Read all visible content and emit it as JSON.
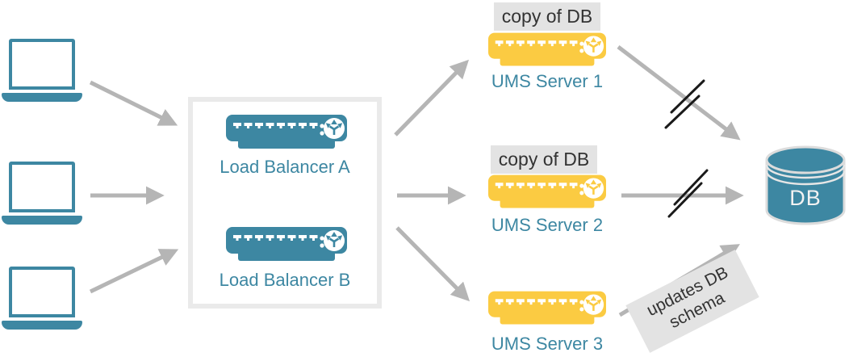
{
  "diagram": {
    "clients": [
      {
        "icon": "laptop-icon"
      },
      {
        "icon": "laptop-icon"
      },
      {
        "icon": "laptop-icon"
      }
    ],
    "load_balancers": [
      {
        "label": "Load Balancer A",
        "icon": "load-balancer-server-icon"
      },
      {
        "label": "Load Balancer B",
        "icon": "load-balancer-server-icon"
      }
    ],
    "ums_servers": [
      {
        "label": "UMS Server 1",
        "badge": "copy of DB",
        "icon": "ums-server-icon"
      },
      {
        "label": "UMS Server 2",
        "badge": "copy of DB",
        "icon": "ums-server-icon"
      },
      {
        "label": "UMS Server 3",
        "badge": null,
        "icon": "ums-server-icon"
      }
    ],
    "database": {
      "label": "DB",
      "icon": "database-cylinder-icon"
    },
    "annotations": {
      "ums3_to_db": "updates DB schema"
    },
    "connections": [
      {
        "from": "client-1",
        "to": "load-balancer-group",
        "status": "ok"
      },
      {
        "from": "client-2",
        "to": "load-balancer-group",
        "status": "ok"
      },
      {
        "from": "client-3",
        "to": "load-balancer-group",
        "status": "ok"
      },
      {
        "from": "load-balancer-group",
        "to": "ums-server-1",
        "status": "ok"
      },
      {
        "from": "load-balancer-group",
        "to": "ums-server-2",
        "status": "ok"
      },
      {
        "from": "load-balancer-group",
        "to": "ums-server-3",
        "status": "ok"
      },
      {
        "from": "ums-server-1",
        "to": "db",
        "status": "broken"
      },
      {
        "from": "ums-server-2",
        "to": "db",
        "status": "broken"
      },
      {
        "from": "ums-server-3",
        "to": "db",
        "status": "ok",
        "label": "updates DB schema"
      }
    ],
    "colors": {
      "teal": "#3d87a2",
      "yellow": "#fbcb42",
      "arrow": "#b5b5b5",
      "badge_bg": "#e3e3e3",
      "badge_text": "#333333",
      "box_border": "#eaeaea",
      "slash": "#1a1a1a",
      "db_text": "#f2f2f2",
      "background": "#ffffff"
    }
  }
}
